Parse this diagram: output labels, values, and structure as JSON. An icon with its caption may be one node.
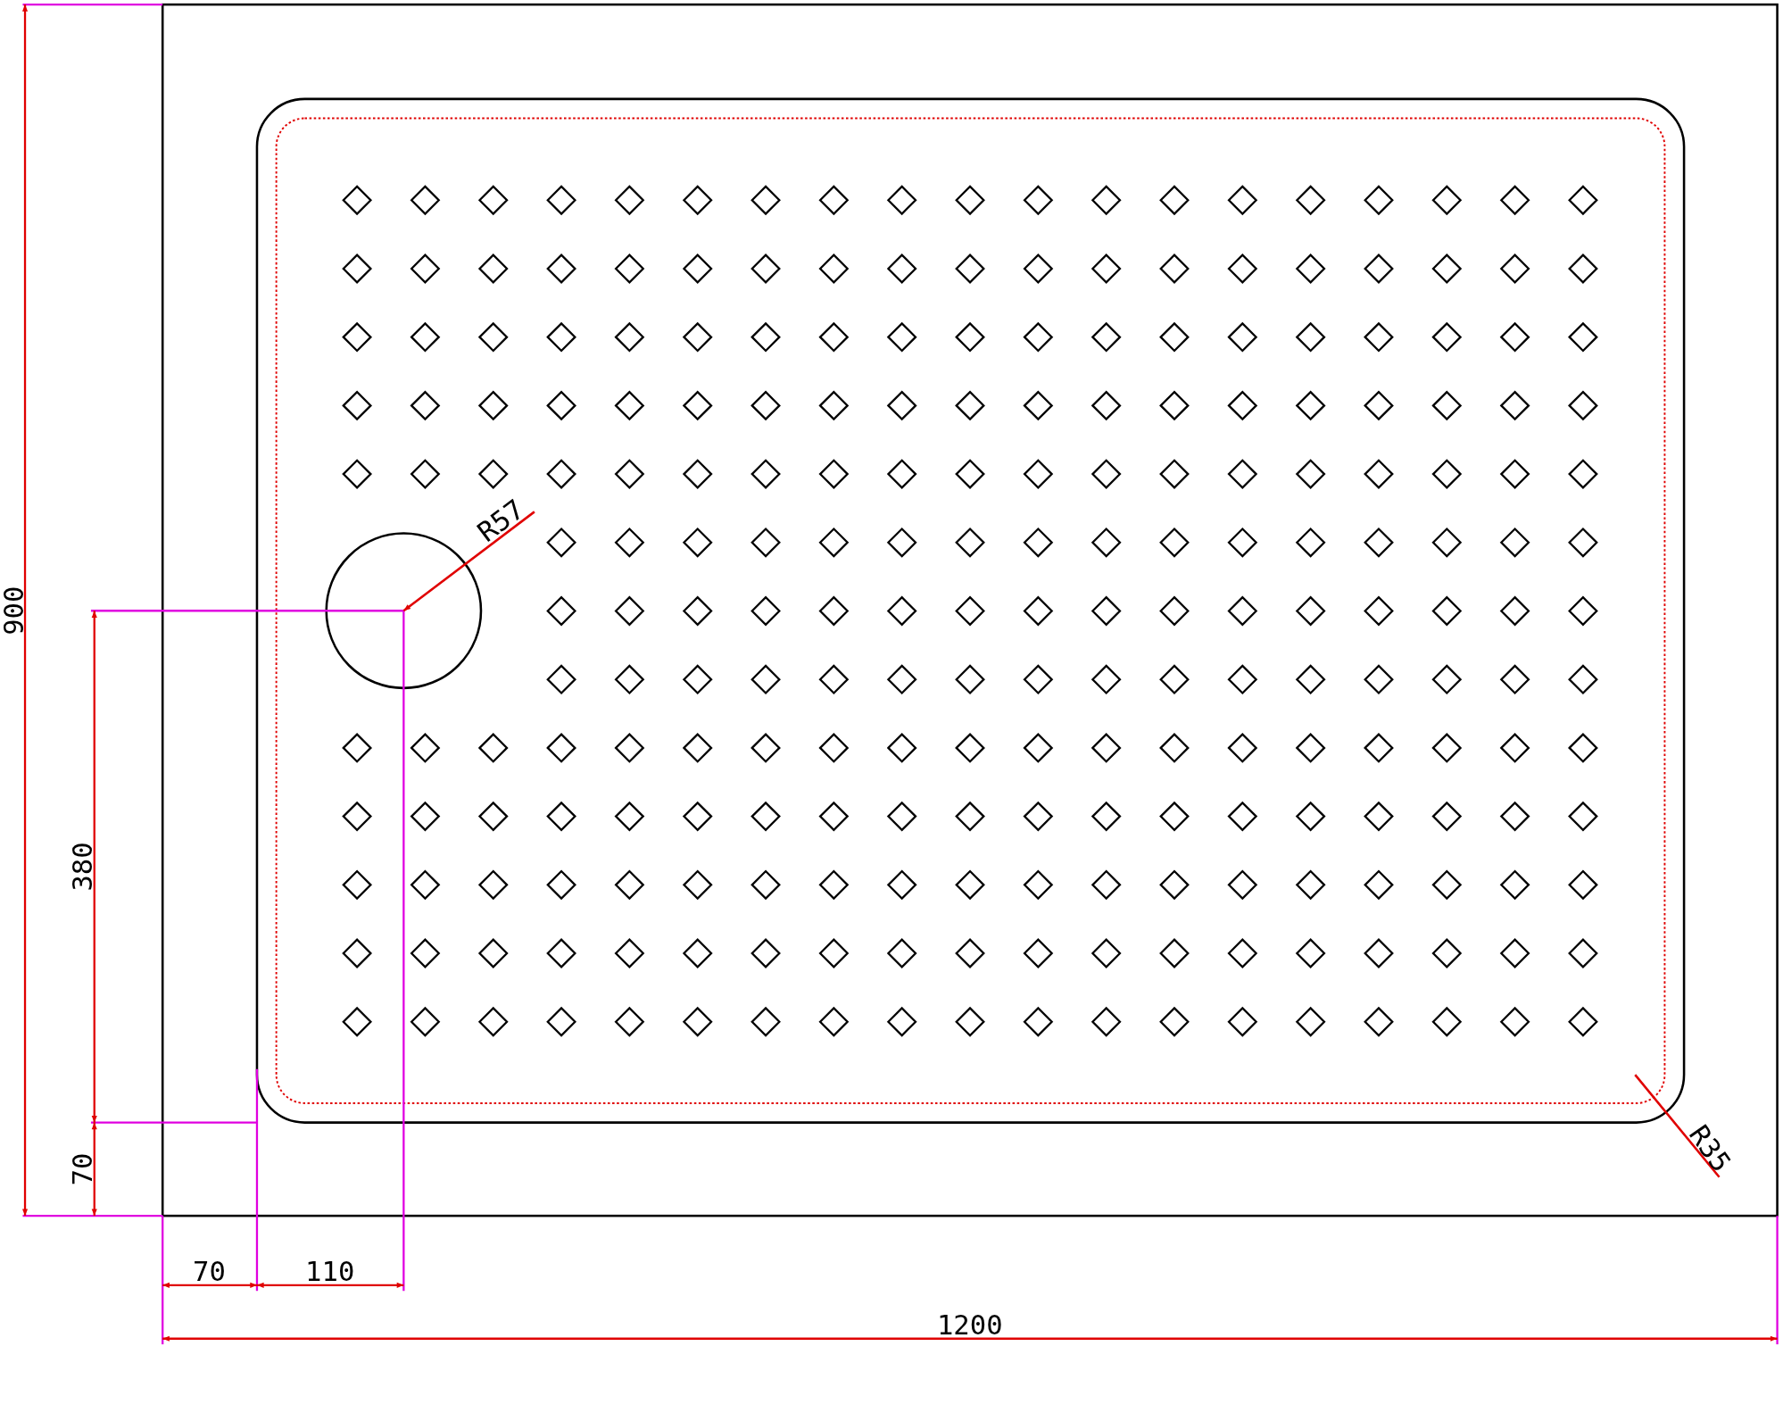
{
  "diagram": {
    "labels": [
      "900",
      "R57",
      "380",
      "R35",
      "70",
      "70",
      "110",
      "1200"
    ]
  }
}
